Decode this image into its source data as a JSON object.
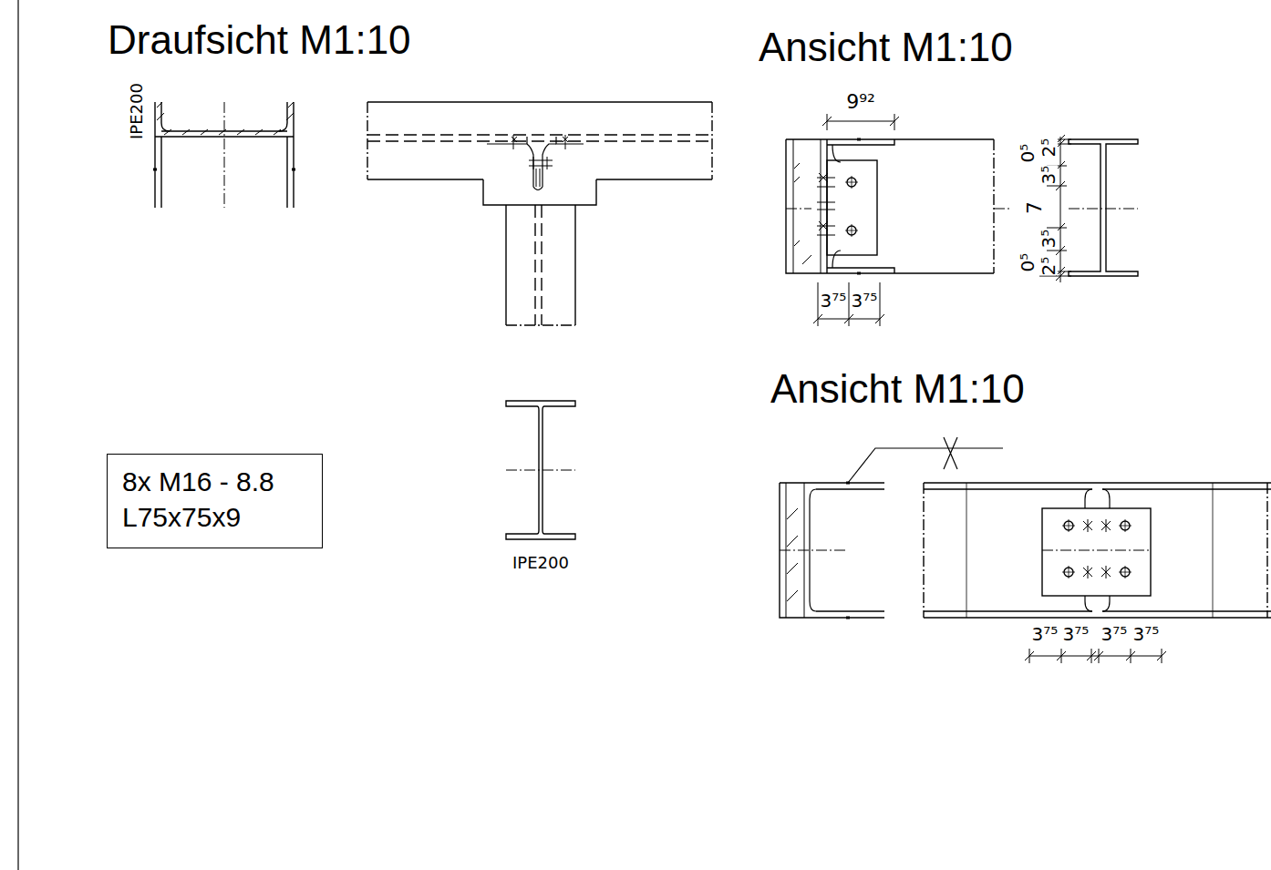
{
  "diagram": {
    "nodes": [
      {
        "text": [
          "8x M16 - 8.8",
          "L75x75x9"
        ]
      }
    ],
    "labels": [
      "Draufsicht M1:10",
      "Ansicht M1:10",
      "Ansicht M1:10",
      "IPE200",
      "IPE200",
      "9⁹²",
      "3⁷⁵",
      "3⁷⁵",
      "0⁵",
      "2⁵",
      "3⁵",
      "7",
      "3⁵",
      "2⁵",
      "0⁵",
      "3⁷⁵",
      "3⁷⁵",
      "3⁷⁵",
      "3⁷⁵"
    ]
  }
}
